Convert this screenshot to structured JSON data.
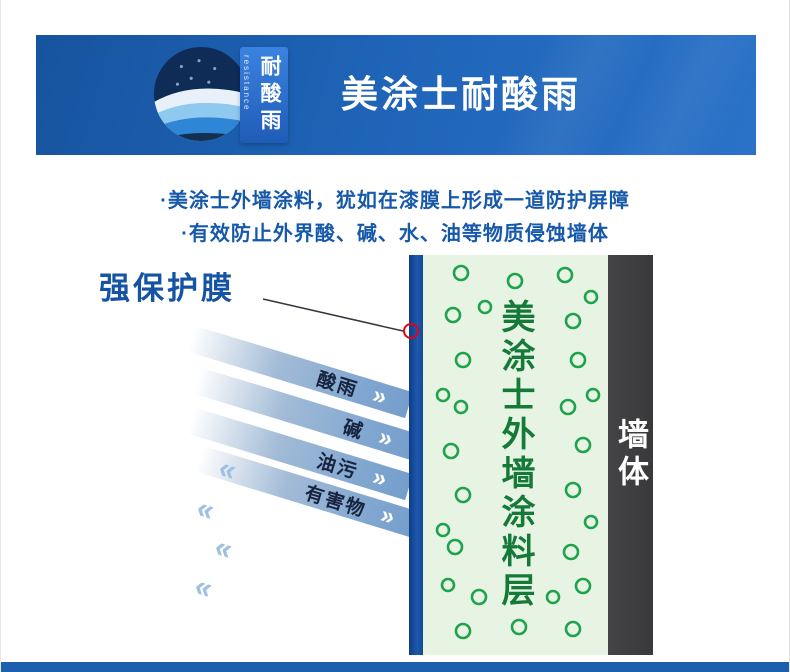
{
  "banner": {
    "title": "美涂士耐酸雨",
    "badge_text": "耐酸雨",
    "badge_side_text": "resistance"
  },
  "intro": {
    "line1": "·美涂士外墙涂料，犹如在漆膜上形成一道防护屏障",
    "line2": "·有效防止外界酸、碱、水、油等物质侵蚀墙体"
  },
  "diagram": {
    "film_label": "强保护膜",
    "coating_label": "美涂士外墙涂料层",
    "wall_label": "墙体",
    "attacks": [
      "酸雨",
      "碱",
      "油污",
      "有害物"
    ],
    "arrow_glyph": "»",
    "bounce_glyph": "«"
  },
  "colors": {
    "banner_blue": "#1e63b6",
    "accent_blue": "#1b5fae",
    "film_blue": "#14418f",
    "coating_bg_green": "#e7f4e3",
    "bubble_green": "#1fa24c",
    "coating_text_green": "#157a38",
    "wall_gray": "#3c3c3e",
    "marker_red": "#e60012"
  }
}
